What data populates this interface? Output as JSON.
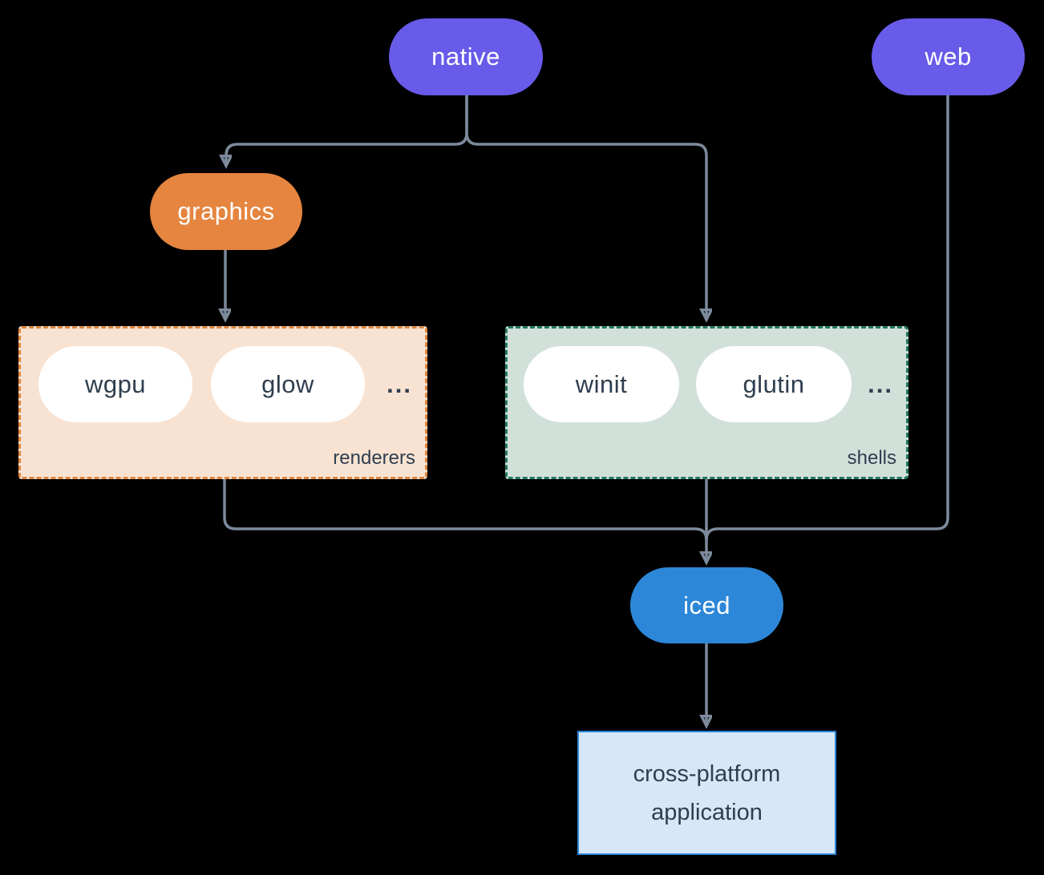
{
  "diagram": {
    "nodes": {
      "native": "native",
      "web": "web",
      "graphics": "graphics",
      "iced": "iced",
      "application": "cross-platform application"
    },
    "groups": {
      "renderers": {
        "label": "renderers",
        "items": [
          "wgpu",
          "glow"
        ],
        "ellipsis": "..."
      },
      "shells": {
        "label": "shells",
        "items": [
          "winit",
          "glutin"
        ],
        "ellipsis": "..."
      }
    },
    "edges": [
      {
        "from": "native",
        "to": "graphics"
      },
      {
        "from": "native",
        "to": "shells"
      },
      {
        "from": "graphics",
        "to": "renderers"
      },
      {
        "from": "renderers",
        "to": "iced"
      },
      {
        "from": "shells",
        "to": "iced"
      },
      {
        "from": "web",
        "to": "iced"
      },
      {
        "from": "iced",
        "to": "application"
      }
    ],
    "colors": {
      "background": "#000000",
      "node_purple": "#695be9",
      "node_orange": "#e5853f",
      "node_blue": "#2d87d8",
      "pill_white": "#ffffff",
      "group_renderers_bg": "#f8e3d3",
      "group_renderers_border": "#e0873f",
      "group_shells_bg": "#d2e0da",
      "group_shells_border": "#227963",
      "app_box_bg": "#d6e8f7",
      "app_box_border": "#2d87d8",
      "dark_text": "#2f3e4e",
      "light_text": "#ffffff",
      "connector": "#7c8a9b"
    }
  }
}
